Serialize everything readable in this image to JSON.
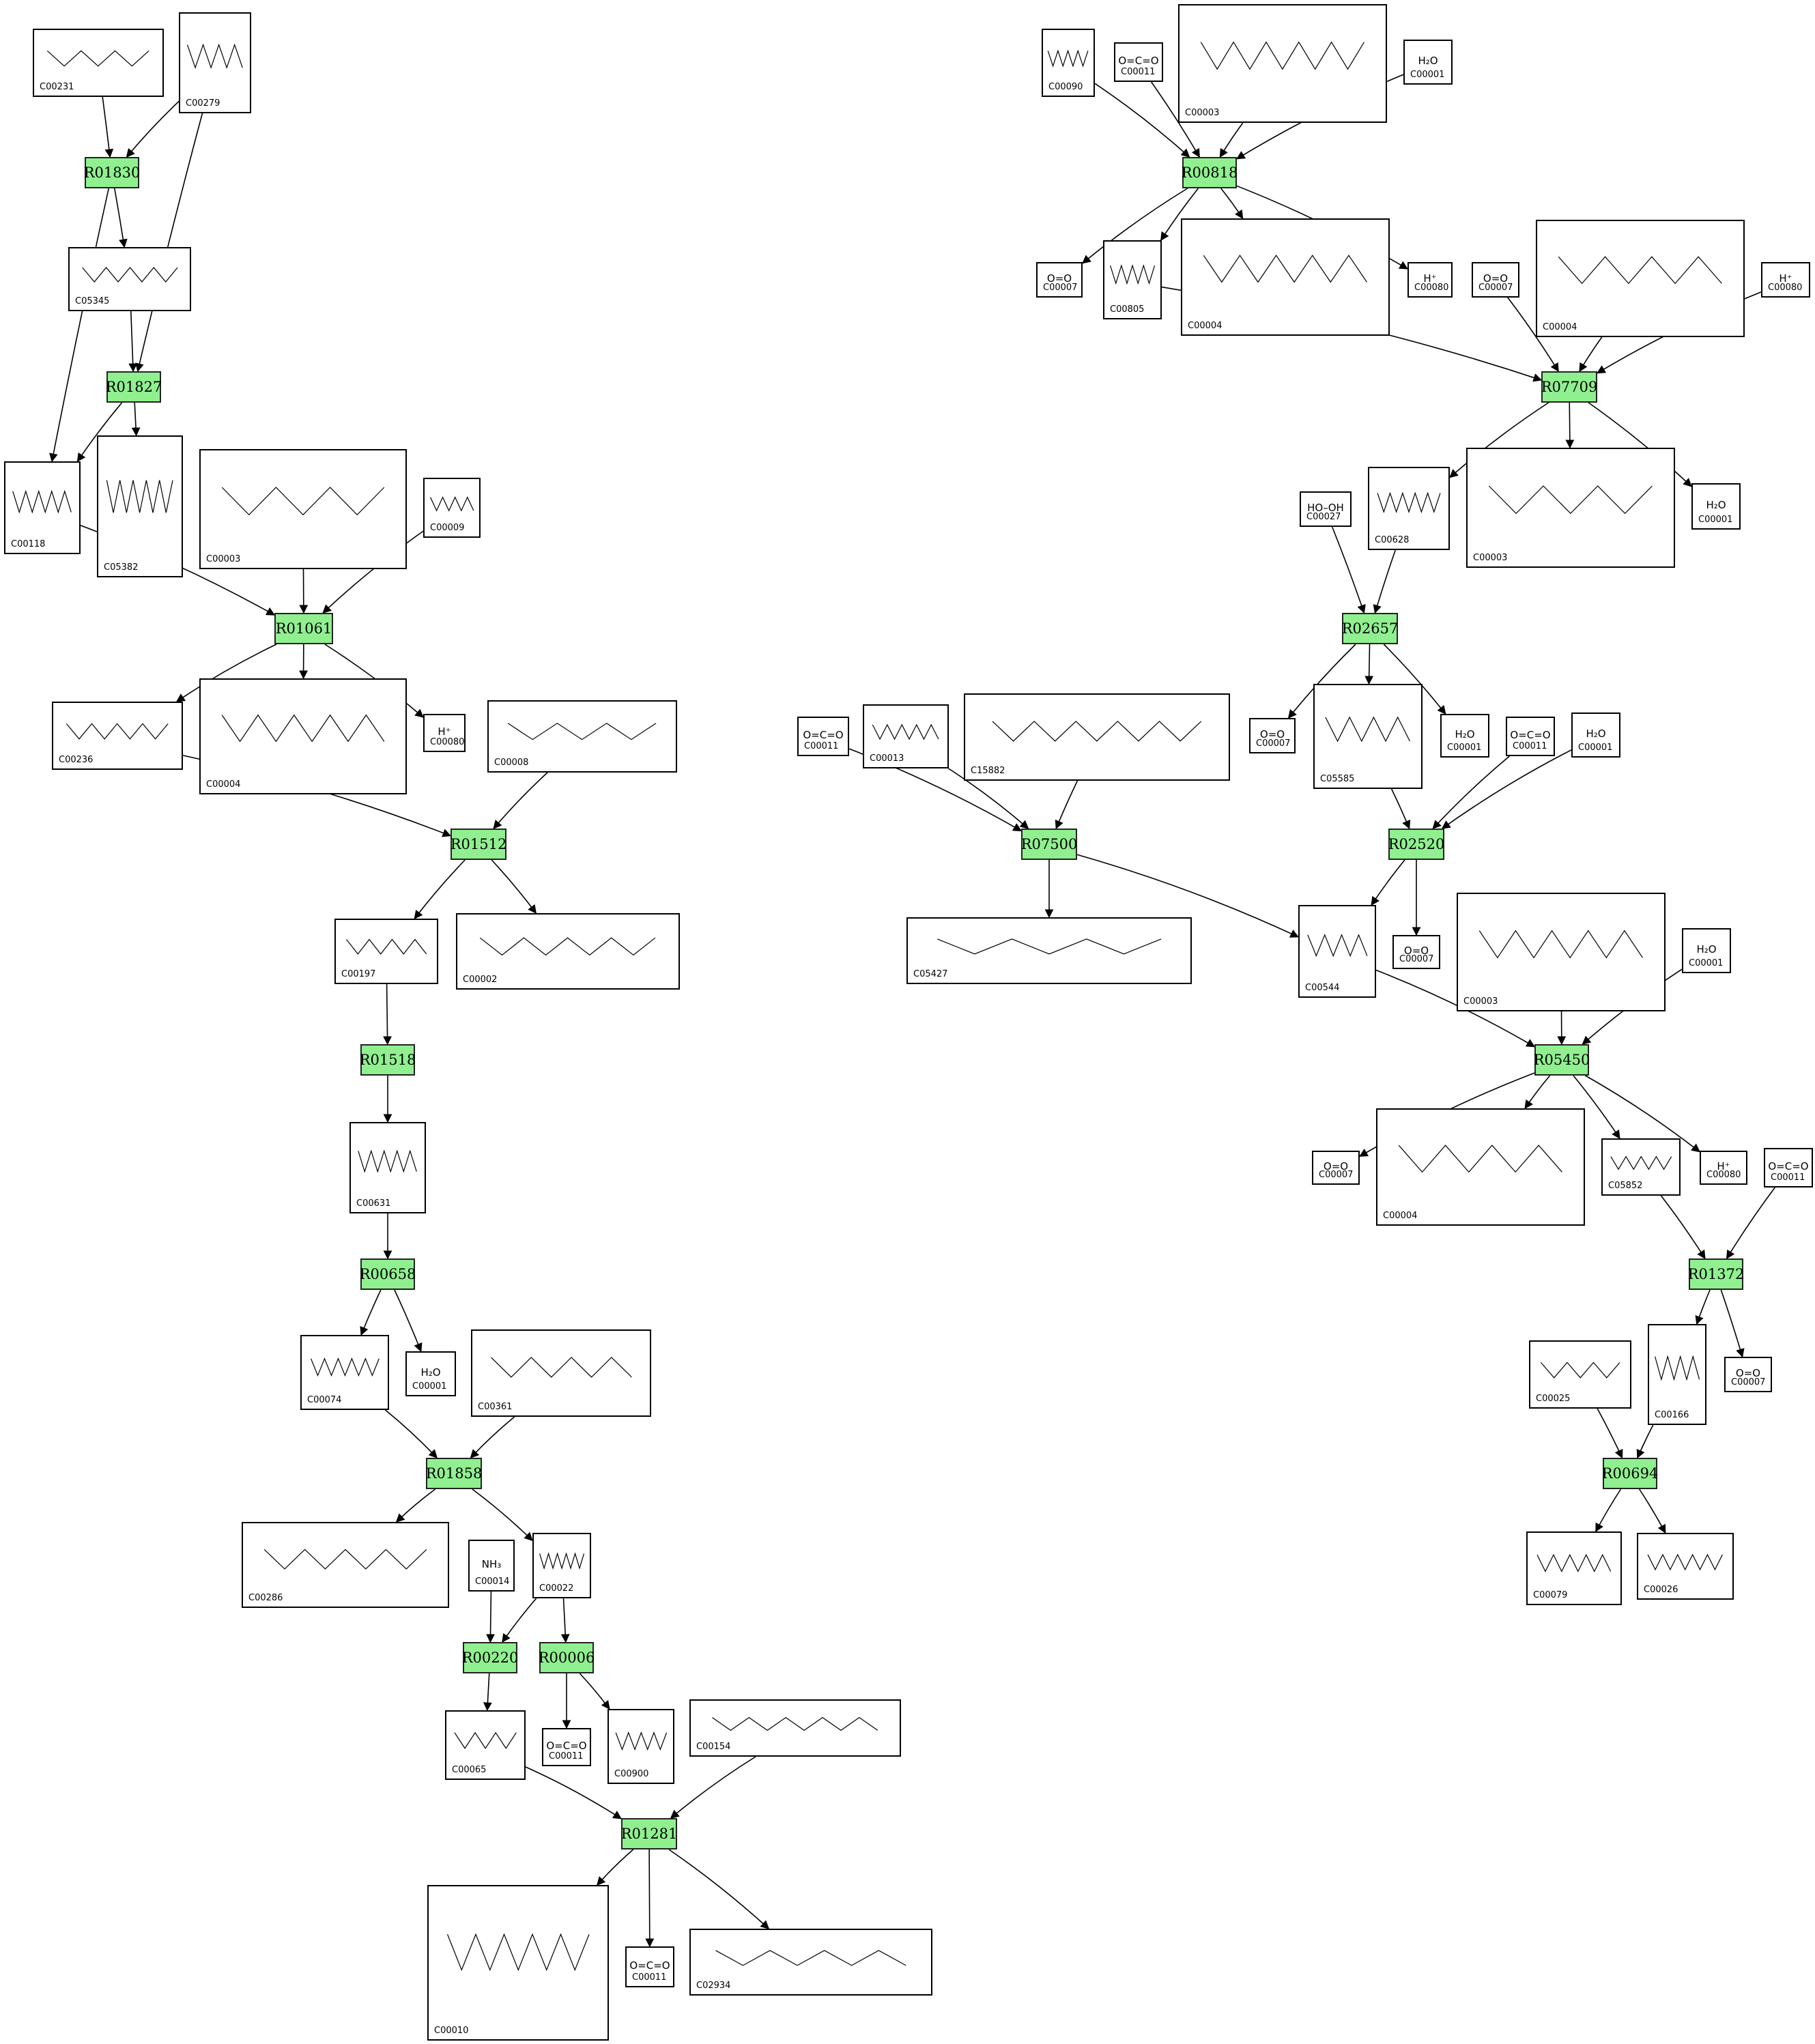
{
  "compounds": [
    {
      "id": "c00231a",
      "label": "C00231",
      "formula": ""
    },
    {
      "id": "c00279a",
      "label": "C00279",
      "formula": ""
    },
    {
      "id": "c05345a",
      "label": "C05345",
      "formula": ""
    },
    {
      "id": "c00118a",
      "label": "C00118",
      "formula": ""
    },
    {
      "id": "c05382a",
      "label": "C05382",
      "formula": ""
    },
    {
      "id": "c00003a",
      "label": "C00003",
      "formula": ""
    },
    {
      "id": "c00009a",
      "label": "C00009",
      "formula": ""
    },
    {
      "id": "c00236a",
      "label": "C00236",
      "formula": ""
    },
    {
      "id": "c00004a",
      "label": "C00004",
      "formula": ""
    },
    {
      "id": "c00080a",
      "label": "C00080",
      "formula": "H⁺"
    },
    {
      "id": "c00008a",
      "label": "C00008",
      "formula": ""
    },
    {
      "id": "c00197a",
      "label": "C00197",
      "formula": ""
    },
    {
      "id": "c00002a",
      "label": "C00002",
      "formula": ""
    },
    {
      "id": "c00631a",
      "label": "C00631",
      "formula": ""
    },
    {
      "id": "c00074a",
      "label": "C00074",
      "formula": ""
    },
    {
      "id": "c00001a",
      "label": "C00001",
      "formula": "H₂O"
    },
    {
      "id": "c00361a",
      "label": "C00361",
      "formula": ""
    },
    {
      "id": "c00286a",
      "label": "C00286",
      "formula": ""
    },
    {
      "id": "c00014a",
      "label": "C00014",
      "formula": "NH₃"
    },
    {
      "id": "c00022a",
      "label": "C00022",
      "formula": ""
    },
    {
      "id": "c00065a",
      "label": "C00065",
      "formula": ""
    },
    {
      "id": "c00011a",
      "label": "C00011",
      "formula": "O=C=O"
    },
    {
      "id": "c00900a",
      "label": "C00900",
      "formula": ""
    },
    {
      "id": "c00154a",
      "label": "C00154",
      "formula": ""
    },
    {
      "id": "c00010a",
      "label": "C00010",
      "formula": ""
    },
    {
      "id": "c00011b",
      "label": "C00011",
      "formula": "O=C=O"
    },
    {
      "id": "c02934a",
      "label": "C02934",
      "formula": ""
    },
    {
      "id": "c00090a",
      "label": "C00090",
      "formula": ""
    },
    {
      "id": "c00011c",
      "label": "C00011",
      "formula": "O=C=O"
    },
    {
      "id": "c00003b",
      "label": "C00003",
      "formula": ""
    },
    {
      "id": "c00001b",
      "label": "C00001",
      "formula": "H₂O"
    },
    {
      "id": "c00007a",
      "label": "C00007",
      "formula": "O=O"
    },
    {
      "id": "c00805a",
      "label": "C00805",
      "formula": ""
    },
    {
      "id": "c00004b",
      "label": "C00004",
      "formula": ""
    },
    {
      "id": "c00080b",
      "label": "C00080",
      "formula": "H⁺"
    },
    {
      "id": "c00007b",
      "label": "C00007",
      "formula": "O=O"
    },
    {
      "id": "c00004c",
      "label": "C00004",
      "formula": ""
    },
    {
      "id": "c00080c",
      "label": "C00080",
      "formula": "H⁺"
    },
    {
      "id": "c00027a",
      "label": "C00027",
      "formula": "HO–OH"
    },
    {
      "id": "c00628a",
      "label": "C00628",
      "formula": ""
    },
    {
      "id": "c00003c",
      "label": "C00003",
      "formula": ""
    },
    {
      "id": "c00001c",
      "label": "C00001",
      "formula": "H₂O"
    },
    {
      "id": "c00011d",
      "label": "C00011",
      "formula": "O=C=O"
    },
    {
      "id": "c00013a",
      "label": "C00013",
      "formula": ""
    },
    {
      "id": "c15882a",
      "label": "C15882",
      "formula": ""
    },
    {
      "id": "c00007c",
      "label": "C00007",
      "formula": "O=O"
    },
    {
      "id": "c05585a",
      "label": "C05585",
      "formula": ""
    },
    {
      "id": "c00001d",
      "label": "C00001",
      "formula": "H₂O"
    },
    {
      "id": "c00011e",
      "label": "C00011",
      "formula": "O=C=O"
    },
    {
      "id": "c00001e",
      "label": "C00001",
      "formula": "H₂O"
    },
    {
      "id": "c05427a",
      "label": "C05427",
      "formula": ""
    },
    {
      "id": "c00544a",
      "label": "C00544",
      "formula": ""
    },
    {
      "id": "c00007d",
      "label": "C00007",
      "formula": "O=O"
    },
    {
      "id": "c00003d",
      "label": "C00003",
      "formula": ""
    },
    {
      "id": "c00001f",
      "label": "C00001",
      "formula": "H₂O"
    },
    {
      "id": "c00007e",
      "label": "C00007",
      "formula": "O=O"
    },
    {
      "id": "c00004d",
      "label": "C00004",
      "formula": ""
    },
    {
      "id": "c05852a",
      "label": "C05852",
      "formula": ""
    },
    {
      "id": "c00080d",
      "label": "C00080",
      "formula": "H⁺"
    },
    {
      "id": "c00011f",
      "label": "C00011",
      "formula": "O=C=O"
    },
    {
      "id": "c00025a",
      "label": "C00025",
      "formula": ""
    },
    {
      "id": "c00166a",
      "label": "C00166",
      "formula": ""
    },
    {
      "id": "c00007f",
      "label": "C00007",
      "formula": "O=O"
    },
    {
      "id": "c00079a",
      "label": "C00079",
      "formula": ""
    },
    {
      "id": "c00026a",
      "label": "C00026",
      "formula": ""
    }
  ],
  "reactions": [
    {
      "id": "r01830",
      "label": "R01830"
    },
    {
      "id": "r01827",
      "label": "R01827"
    },
    {
      "id": "r01061",
      "label": "R01061"
    },
    {
      "id": "r01512",
      "label": "R01512"
    },
    {
      "id": "r01518",
      "label": "R01518"
    },
    {
      "id": "r00658",
      "label": "R00658"
    },
    {
      "id": "r01858",
      "label": "R01858"
    },
    {
      "id": "r00220",
      "label": "R00220"
    },
    {
      "id": "r00006",
      "label": "R00006"
    },
    {
      "id": "r01281",
      "label": "R01281"
    },
    {
      "id": "r00818",
      "label": "R00818"
    },
    {
      "id": "r07709",
      "label": "R07709"
    },
    {
      "id": "r02657",
      "label": "R02657"
    },
    {
      "id": "r07500",
      "label": "R07500"
    },
    {
      "id": "r02520",
      "label": "R02520"
    },
    {
      "id": "r05450",
      "label": "R05450"
    },
    {
      "id": "r01372",
      "label": "R01372"
    },
    {
      "id": "r00694",
      "label": "R00694"
    }
  ],
  "edges": [
    [
      "c00231a",
      "r01830"
    ],
    [
      "c00279a",
      "r01830"
    ],
    [
      "r01830",
      "c05345a"
    ],
    [
      "r01830",
      "c00118a"
    ],
    [
      "c05345a",
      "r01827"
    ],
    [
      "c00279a",
      "r01827"
    ],
    [
      "r01827",
      "c00118a"
    ],
    [
      "r01827",
      "c05382a"
    ],
    [
      "c00118a",
      "r01061"
    ],
    [
      "c00003a",
      "r01061"
    ],
    [
      "c00009a",
      "r01061"
    ],
    [
      "r01061",
      "c00236a"
    ],
    [
      "r01061",
      "c00004a"
    ],
    [
      "r01061",
      "c00080a"
    ],
    [
      "c00236a",
      "r01512"
    ],
    [
      "c00008a",
      "r01512"
    ],
    [
      "r01512",
      "c00197a"
    ],
    [
      "r01512",
      "c00002a"
    ],
    [
      "c00197a",
      "r01518"
    ],
    [
      "r01518",
      "c00631a"
    ],
    [
      "c00631a",
      "r00658"
    ],
    [
      "r00658",
      "c00074a"
    ],
    [
      "r00658",
      "c00001a"
    ],
    [
      "c00074a",
      "r01858"
    ],
    [
      "c00361a",
      "r01858"
    ],
    [
      "r01858",
      "c00286a"
    ],
    [
      "r01858",
      "c00022a"
    ],
    [
      "c00014a",
      "r00220"
    ],
    [
      "c00022a",
      "r00220"
    ],
    [
      "r00220",
      "c00065a"
    ],
    [
      "c00022a",
      "r00006"
    ],
    [
      "r00006",
      "c00011a"
    ],
    [
      "r00006",
      "c00900a"
    ],
    [
      "c00065a",
      "r01281"
    ],
    [
      "c00154a",
      "r01281"
    ],
    [
      "r01281",
      "c00010a"
    ],
    [
      "r01281",
      "c00011b"
    ],
    [
      "r01281",
      "c02934a"
    ],
    [
      "c00090a",
      "r00818"
    ],
    [
      "c00011c",
      "r00818"
    ],
    [
      "c00003b",
      "r00818"
    ],
    [
      "c00001b",
      "r00818"
    ],
    [
      "r00818",
      "c00007a"
    ],
    [
      "r00818",
      "c00805a"
    ],
    [
      "r00818",
      "c00004b"
    ],
    [
      "r00818",
      "c00080b"
    ],
    [
      "c00805a",
      "r07709"
    ],
    [
      "c00007b",
      "r07709"
    ],
    [
      "c00004c",
      "r07709"
    ],
    [
      "c00080c",
      "r07709"
    ],
    [
      "r07709",
      "c00628a"
    ],
    [
      "r07709",
      "c00003c"
    ],
    [
      "r07709",
      "c00001c"
    ],
    [
      "c00027a",
      "r02657"
    ],
    [
      "c00628a",
      "r02657"
    ],
    [
      "r02657",
      "c00007c"
    ],
    [
      "r02657",
      "c05585a"
    ],
    [
      "r02657",
      "c00001d"
    ],
    [
      "c00011d",
      "r07500"
    ],
    [
      "c00013a",
      "r07500"
    ],
    [
      "c15882a",
      "r07500"
    ],
    [
      "r07500",
      "c05427a"
    ],
    [
      "r07500",
      "c00544a"
    ],
    [
      "c05585a",
      "r02520"
    ],
    [
      "c00011e",
      "r02520"
    ],
    [
      "c00001e",
      "r02520"
    ],
    [
      "r02520",
      "c00544a"
    ],
    [
      "r02520",
      "c00007d"
    ],
    [
      "c00544a",
      "r05450"
    ],
    [
      "c00003d",
      "r05450"
    ],
    [
      "c00001f",
      "r05450"
    ],
    [
      "r05450",
      "c00007e"
    ],
    [
      "r05450",
      "c00004d"
    ],
    [
      "r05450",
      "c05852a"
    ],
    [
      "r05450",
      "c00080d"
    ],
    [
      "c05852a",
      "r01372"
    ],
    [
      "c00011f",
      "r01372"
    ],
    [
      "r01372",
      "c00166a"
    ],
    [
      "r01372",
      "c00007f"
    ],
    [
      "c00025a",
      "r00694"
    ],
    [
      "c00166a",
      "r00694"
    ],
    [
      "r00694",
      "c00079a"
    ],
    [
      "r00694",
      "c00026a"
    ]
  ]
}
